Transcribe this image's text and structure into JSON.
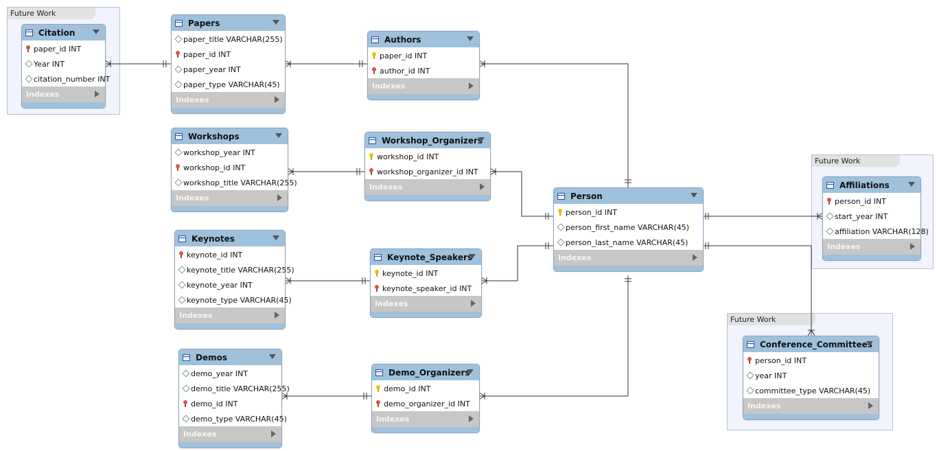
{
  "layer_label": "Future Work",
  "indexes_label": "Indexes",
  "entities": {
    "citation": {
      "title": "Citation",
      "columns": [
        {
          "key": "fk",
          "text": "paper_id INT"
        },
        {
          "key": "attr",
          "text": "Year INT"
        },
        {
          "key": "attr",
          "text": "citation_number INT"
        }
      ]
    },
    "papers": {
      "title": "Papers",
      "columns": [
        {
          "key": "attr",
          "text": "paper_title VARCHAR(255)"
        },
        {
          "key": "fk",
          "text": "paper_id INT"
        },
        {
          "key": "attr",
          "text": "paper_year INT"
        },
        {
          "key": "attr",
          "text": "paper_type VARCHAR(45)"
        }
      ]
    },
    "authors": {
      "title": "Authors",
      "columns": [
        {
          "key": "pk",
          "text": "paper_id INT"
        },
        {
          "key": "fk",
          "text": "author_id INT"
        }
      ]
    },
    "workshops": {
      "title": "Workshops",
      "columns": [
        {
          "key": "attr",
          "text": "workshop_year INT"
        },
        {
          "key": "fk",
          "text": "workshop_id INT"
        },
        {
          "key": "attr",
          "text": "workshop_title VARCHAR(255)"
        }
      ]
    },
    "workshop_organizers": {
      "title": "Workshop_Organizers",
      "columns": [
        {
          "key": "pk",
          "text": "workshop_id INT"
        },
        {
          "key": "fk",
          "text": "workshop_organizer_id INT"
        }
      ]
    },
    "keynotes": {
      "title": "Keynotes",
      "columns": [
        {
          "key": "fk",
          "text": "keynote_id INT"
        },
        {
          "key": "attr",
          "text": "keynote_title VARCHAR(255)"
        },
        {
          "key": "attr",
          "text": "keynote_year INT"
        },
        {
          "key": "attr",
          "text": "keynote_type VARCHAR(45)"
        }
      ]
    },
    "keynote_speakers": {
      "title": "Keynote_Speakers",
      "columns": [
        {
          "key": "pk",
          "text": "keynote_id INT"
        },
        {
          "key": "fk",
          "text": "keynote_speaker_id INT"
        }
      ]
    },
    "demos": {
      "title": "Demos",
      "columns": [
        {
          "key": "attr",
          "text": "demo_year INT"
        },
        {
          "key": "attr",
          "text": "demo_title VARCHAR(255)"
        },
        {
          "key": "fk",
          "text": "demo_id INT"
        },
        {
          "key": "attr",
          "text": "demo_type VARCHAR(45)"
        }
      ]
    },
    "demo_organizers": {
      "title": "Demo_Organizers",
      "columns": [
        {
          "key": "pk",
          "text": "demo_id INT"
        },
        {
          "key": "fk",
          "text": "demo_organizer_id INT"
        }
      ]
    },
    "person": {
      "title": "Person",
      "columns": [
        {
          "key": "pk",
          "text": "person_id INT"
        },
        {
          "key": "attr",
          "text": "person_first_name VARCHAR(45)"
        },
        {
          "key": "attr",
          "text": "person_last_name VARCHAR(45)"
        }
      ]
    },
    "affiliations": {
      "title": "Affiliations",
      "columns": [
        {
          "key": "fk",
          "text": "person_id INT"
        },
        {
          "key": "attr",
          "text": "start_year INT"
        },
        {
          "key": "attr",
          "text": "affiliation VARCHAR(128)"
        }
      ]
    },
    "conference_committees": {
      "title": "Conference_Committees",
      "columns": [
        {
          "key": "fk",
          "text": "person_id INT"
        },
        {
          "key": "attr",
          "text": "year INT"
        },
        {
          "key": "attr",
          "text": "committee_type VARCHAR(45)"
        }
      ]
    }
  }
}
